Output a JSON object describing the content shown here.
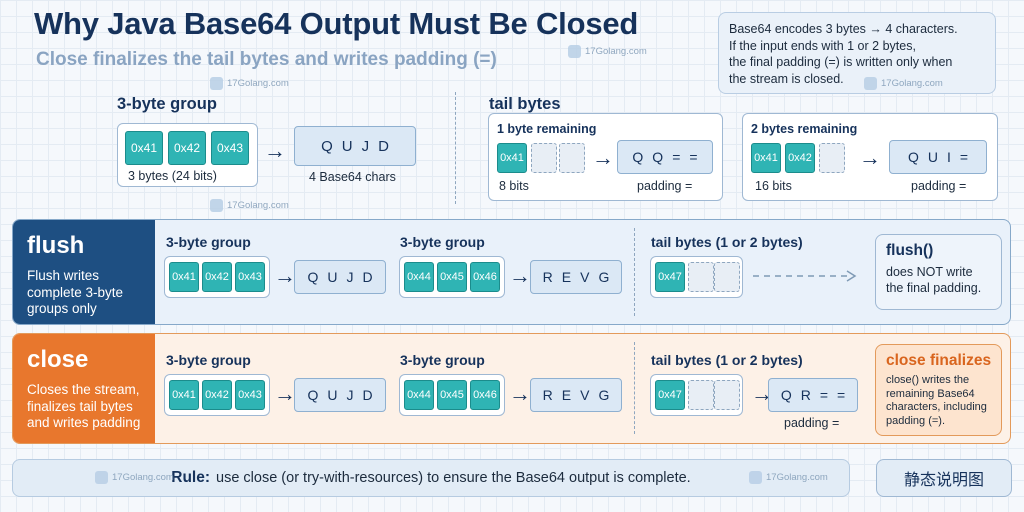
{
  "title": "Why Java Base64 Output Must Be Closed",
  "subtitle": "Close finalizes the tail bytes and writes padding (=)",
  "note": {
    "lines": [
      "Base64 encodes 3 bytes → 4 characters.",
      "If the input ends with 1 or 2 bytes,",
      "the final padding (=) is written only when",
      "the stream is closed."
    ]
  },
  "watermark": "17Golang.com",
  "top": {
    "group": {
      "header": "3-byte group",
      "bytes": [
        "0x41",
        "0x42",
        "0x43"
      ],
      "caption": "3 bytes (24 bits)",
      "output": "QUJD",
      "output_caption": "4 Base64 chars"
    },
    "tail": {
      "header": "tail bytes",
      "one": {
        "header": "1 byte remaining",
        "bytes": [
          "0x41"
        ],
        "bits": "8 bits",
        "output": "QQ==",
        "padding": "padding ="
      },
      "two": {
        "header": "2 bytes remaining",
        "bytes": [
          "0x41",
          "0x42"
        ],
        "bits": "16 bits",
        "output": "QUI=",
        "padding": "padding ="
      }
    }
  },
  "flush": {
    "title": "flush",
    "desc": [
      "Flush writes",
      "complete 3-byte",
      "groups only"
    ],
    "group1": {
      "header": "3-byte group",
      "bytes": [
        "0x41",
        "0x42",
        "0x43"
      ],
      "output": "QUJD"
    },
    "group2": {
      "header": "3-byte group",
      "bytes": [
        "0x44",
        "0x45",
        "0x46"
      ],
      "output": "REVG"
    },
    "tail": {
      "header": "tail bytes  (1 or 2 bytes)",
      "bytes": [
        "0x47"
      ]
    },
    "result": {
      "title": "flush()",
      "lines": [
        "does NOT write",
        "the final padding."
      ]
    }
  },
  "close": {
    "title": "close",
    "desc": [
      "Closes the stream,",
      "finalizes tail bytes",
      "and writes padding"
    ],
    "group1": {
      "header": "3-byte group",
      "bytes": [
        "0x41",
        "0x42",
        "0x43"
      ],
      "output": "QUJD"
    },
    "group2": {
      "header": "3-byte group",
      "bytes": [
        "0x44",
        "0x45",
        "0x46"
      ],
      "output": "REVG"
    },
    "tail": {
      "header": "tail bytes  (1 or 2 bytes)",
      "bytes": [
        "0x47"
      ],
      "output": "QR==",
      "padding": "padding ="
    },
    "result": {
      "title": "close finalizes",
      "lines": [
        "close() writes the",
        "remaining Base64",
        "characters, including",
        "padding (=)."
      ]
    }
  },
  "rule": {
    "label": "Rule:",
    "text": "use close (or try-with-resources) to ensure the Base64 output is complete."
  },
  "static_label": "静态说明图",
  "colors": {
    "navy": "#1e4f82",
    "orange": "#e8772d",
    "teal": "#2fb4b4"
  }
}
